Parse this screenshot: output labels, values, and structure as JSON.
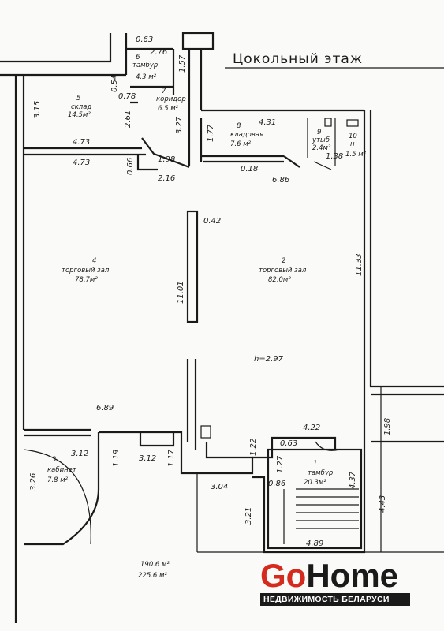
{
  "title": "Цокольный этаж",
  "rooms": [
    {
      "num": "1",
      "name": "тамбур",
      "area": "20.3м²"
    },
    {
      "num": "2",
      "name": "торговый зал",
      "area": "82.0м²"
    },
    {
      "num": "3",
      "name": "кабинет",
      "area": "7.8 м²"
    },
    {
      "num": "4",
      "name": "торговый зал",
      "area": "78.7м²"
    },
    {
      "num": "5",
      "name": "склад",
      "area": "14.5м²"
    },
    {
      "num": "6",
      "name": "тамбур",
      "area": "4.3 м²"
    },
    {
      "num": "7",
      "name": "коридор",
      "area": "6.5 м²"
    },
    {
      "num": "8",
      "name": "кладовая",
      "area": "7.6 м²"
    },
    {
      "num": "9",
      "name": "утыб",
      "area": "2.4м²"
    },
    {
      "num": "10",
      "name": "н",
      "area": "1.5 м²"
    }
  ],
  "dimensions": {
    "d063top": "0.63",
    "d276": "2.76",
    "d157": "1.57",
    "d054": "0.54",
    "d078": "0.78",
    "d315": "3.15",
    "d261": "2.61",
    "d327": "3.27",
    "d177": "1.77",
    "d431": "4.31",
    "d473a": "4.73",
    "d473b": "4.73",
    "d066": "0.66",
    "d198a": "1.98",
    "d216": "2.16",
    "d018": "0.18",
    "d686": "6.86",
    "d138": "1.38",
    "d042": "0.42",
    "d1133": "11.33",
    "d1101": "11.01",
    "h": "h=2.97",
    "d689": "6.89",
    "d422": "4.22",
    "d198b": "1.98",
    "d312a": "3.12",
    "d119": "1.19",
    "d312b": "3.12",
    "d117": "1.17",
    "d122": "1.22",
    "d063b": "0.63",
    "d127": "1.27",
    "d437": "4.37",
    "d326": "3.26",
    "d304": "3.04",
    "d086": "0.86",
    "d321": "3.21",
    "d443": "4.43",
    "d489": "4.89"
  },
  "totals": {
    "area1": "190.6 м²",
    "area2": "225.6 м²"
  },
  "logo": {
    "go": "Go",
    "home": "Home",
    "tagline": "НЕДВИЖИМОСТЬ БЕЛАРУСИ"
  }
}
